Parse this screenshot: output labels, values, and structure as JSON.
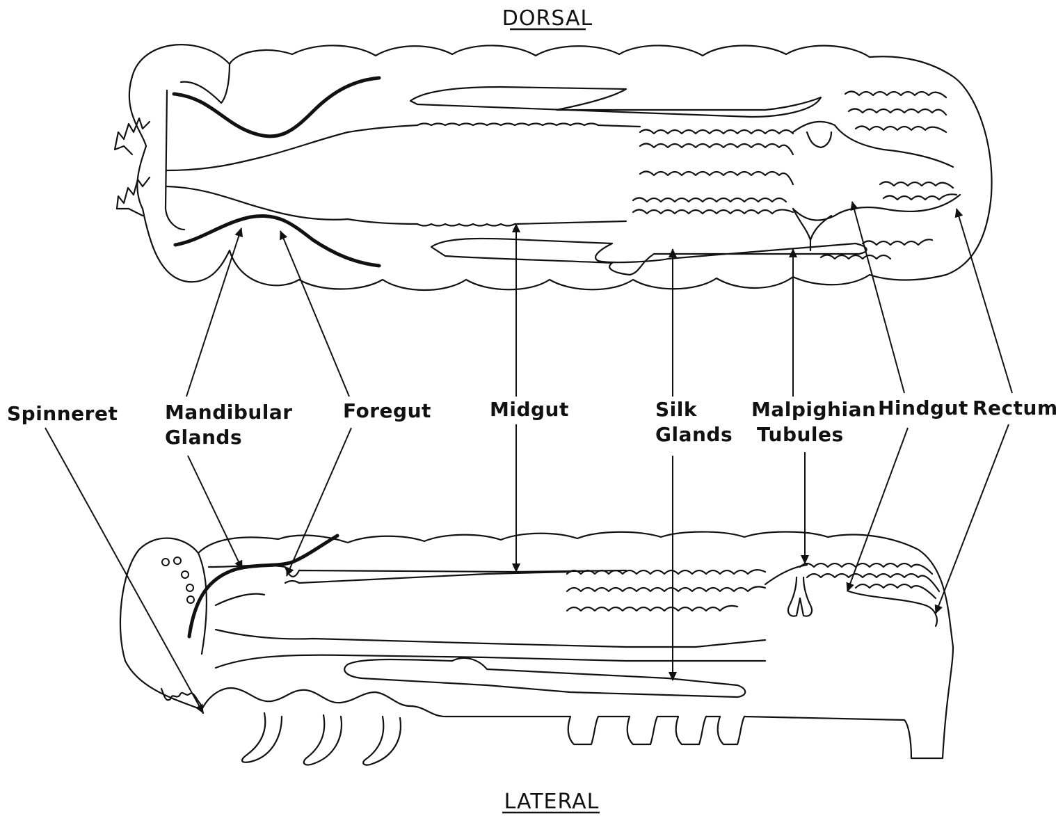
{
  "views": {
    "top_title": "DORSAL",
    "bottom_title": "LATERAL"
  },
  "labels": {
    "spinneret": "Spinneret",
    "mandibular_1": "Mandibular",
    "mandibular_2": "Glands",
    "foregut": "Foregut",
    "midgut": "Midgut",
    "silk_1": "Silk",
    "silk_2": "Glands",
    "malpighian_1": "Malpighian",
    "malpighian_2": "Tubules",
    "hindgut": "Hindgut",
    "rectum": "Rectum"
  }
}
